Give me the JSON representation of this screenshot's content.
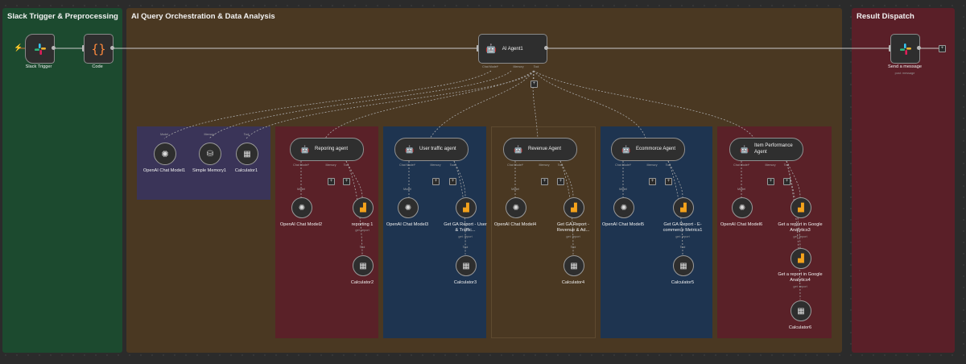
{
  "sections": {
    "slack": {
      "title": "Slack Trigger & Preprocessing",
      "color": "#1c4a2f"
    },
    "ai": {
      "title": "AI Query Orchestration & Data Analysis",
      "color": "#4a3822"
    },
    "result": {
      "title": "Result Dispatch",
      "color": "#5a1f28"
    }
  },
  "nodes": {
    "slack_trigger": "Slack Trigger",
    "code": "Code",
    "ai_agent": "AI Agent1",
    "send_message": "Send a message",
    "send_message_sub": "post: message",
    "openai1": "OpenAI Chat Model1",
    "memory1": "Simple Memory1",
    "calc1": "Calculator1",
    "rep_agent": "Reporing agent",
    "user_agent": "User traffic agent",
    "rev_agent": "Revenue Agent",
    "ecom_agent": "Ecommorce Agent",
    "item_agent": "Item Performance Agent",
    "openai2": "OpenAI Chat Model2",
    "reporting1": "reporting 1",
    "reporting1_sub": "get: report",
    "calc2": "Calculator2",
    "openai3": "OpenAI Chat Model3",
    "ga_user": "Get GA Report - User & Traffic...",
    "ga_user_sub": "get: report",
    "calc3": "Calculator3",
    "openai4": "OpenAI Chat Model4",
    "ga_rev": "Get GA Report - Revenue & Ad...",
    "ga_rev_sub": "get: report",
    "calc4": "Calculator4",
    "openai5": "OpenAI Chat Model5",
    "ga_ecom": "Get GA Report - E-commerce Metrics1",
    "ga_ecom_sub": "get: report",
    "calc5": "Calculator5",
    "openai6": "OpenAI Chat Model6",
    "ga3": "Get a report in Google Analytics3",
    "ga3_sub": "get: report",
    "ga4": "Get a report in Google Analytics4",
    "ga4_sub": "get: report",
    "calc6": "Calculator6"
  },
  "ports": {
    "chat_model": "Chat Model*",
    "memory": "Memory",
    "tool": "Tool",
    "model": "Model",
    "plus": "+"
  },
  "colors": {
    "slack_green": "#1c4a2f",
    "ai_brown": "#4a3822",
    "result_red": "#5a1f28",
    "purple_group": "#3a3458",
    "red_group": "#5a2128",
    "blue_group": "#1e3450"
  }
}
